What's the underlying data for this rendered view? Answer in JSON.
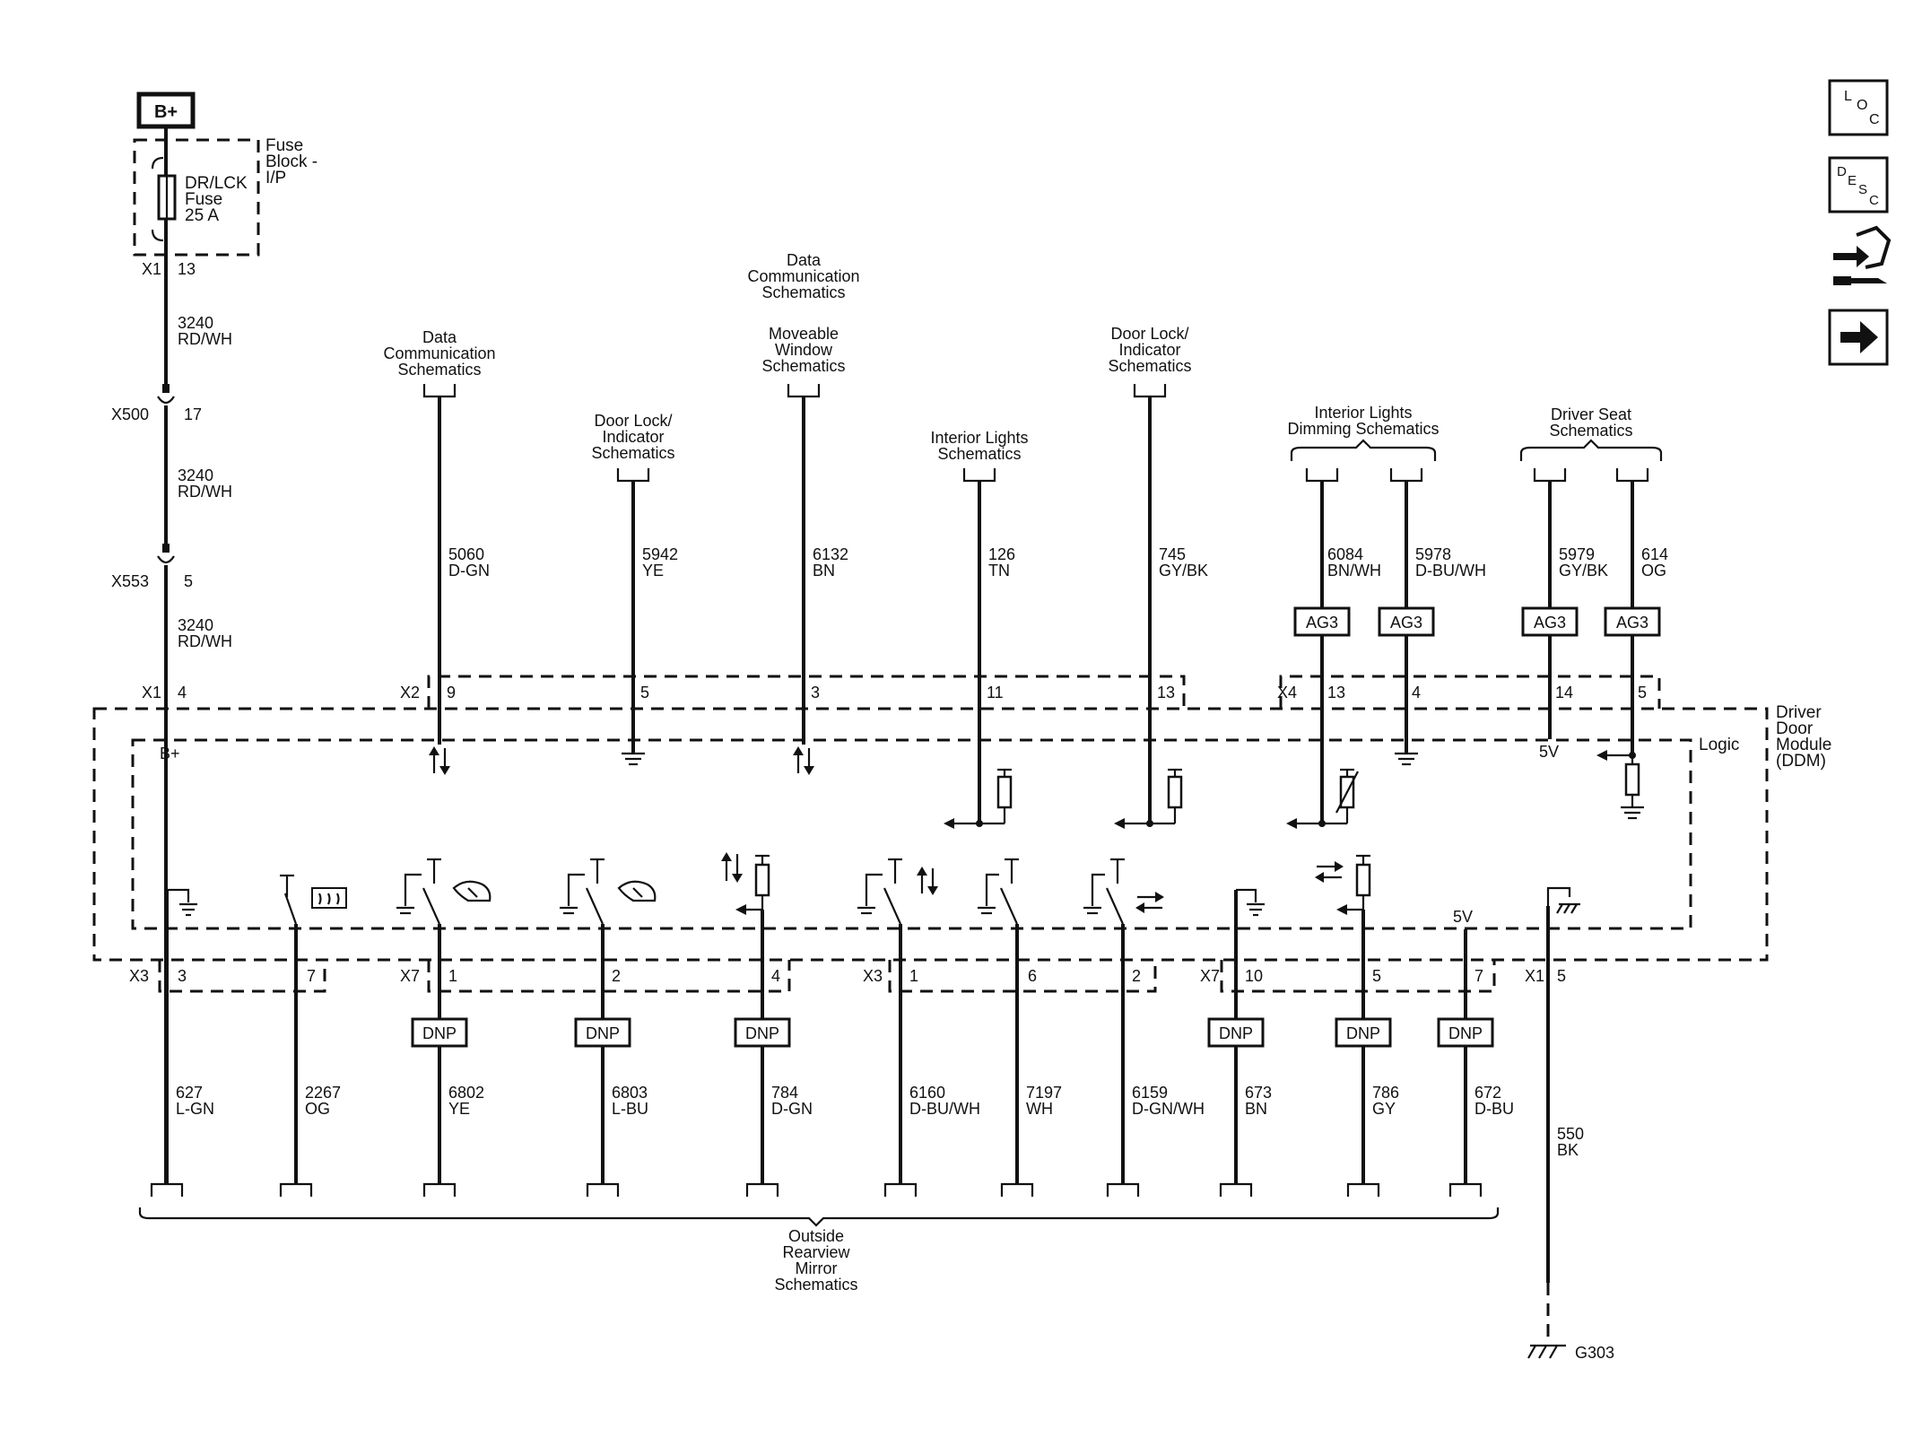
{
  "power": {
    "label": "B+",
    "pin_label": "B+"
  },
  "fuse_block": {
    "name": [
      "Fuse",
      "Block -",
      "I/P"
    ],
    "fuse": [
      "DR/LCK",
      "Fuse",
      "25 A"
    ],
    "connector": "X1",
    "pin": "13"
  },
  "feed": {
    "segments": [
      {
        "circuit": "3240",
        "color": "RD/WH"
      },
      {
        "circuit": "3240",
        "color": "RD/WH"
      },
      {
        "circuit": "3240",
        "color": "RD/WH"
      }
    ],
    "inline": [
      {
        "connector": "X500",
        "pin": "17"
      },
      {
        "connector": "X553",
        "pin": "5"
      }
    ],
    "module_connector": "X1",
    "module_pin": "4"
  },
  "top_refs": [
    {
      "lines": [
        "Data",
        "Communication",
        "Schematics"
      ]
    },
    {
      "lines": [
        "Door Lock/",
        "Indicator",
        "Schematics"
      ]
    },
    {
      "lines": [
        "Moveable",
        "Window",
        "Schematics"
      ]
    },
    {
      "lines": [
        "Interior Lights",
        "Schematics"
      ]
    },
    {
      "lines": [
        "Door Lock/",
        "Indicator",
        "Schematics"
      ]
    }
  ],
  "top_ref_extra": [
    "Data",
    "Communication",
    "Schematics"
  ],
  "group_refs": [
    {
      "lines": [
        "Interior Lights",
        "Dimming Schematics"
      ]
    },
    {
      "lines": [
        "Driver Seat",
        "Schematics"
      ]
    }
  ],
  "top_wires": [
    {
      "circuit": "5060",
      "color": "D-GN",
      "pin": "9"
    },
    {
      "circuit": "5942",
      "color": "YE",
      "pin": "5"
    },
    {
      "circuit": "6132",
      "color": "BN",
      "pin": "3"
    },
    {
      "circuit": "126",
      "color": "TN",
      "pin": "11"
    },
    {
      "circuit": "745",
      "color": "GY/BK",
      "pin": "13"
    },
    {
      "circuit": "6084",
      "color": "BN/WH",
      "pin": "13",
      "tag": "AG3"
    },
    {
      "circuit": "5978",
      "color": "D-BU/WH",
      "pin": "4",
      "tag": "AG3"
    },
    {
      "circuit": "5979",
      "color": "GY/BK",
      "pin": "14",
      "tag": "AG3"
    },
    {
      "circuit": "614",
      "color": "OG",
      "pin": "5",
      "tag": "AG3"
    }
  ],
  "top_connectors": [
    "X2",
    "X4"
  ],
  "module": {
    "name": [
      "Driver",
      "Door",
      "Module",
      "(DDM)"
    ],
    "logic": "Logic",
    "v5": "5V"
  },
  "bottom_wires": [
    {
      "circuit": "627",
      "color": "L-GN",
      "pin": "3"
    },
    {
      "circuit": "2267",
      "color": "OG",
      "pin": "7"
    },
    {
      "circuit": "6802",
      "color": "YE",
      "pin": "1",
      "tag": "DNP"
    },
    {
      "circuit": "6803",
      "color": "L-BU",
      "pin": "2",
      "tag": "DNP"
    },
    {
      "circuit": "784",
      "color": "D-GN",
      "pin": "4",
      "tag": "DNP"
    },
    {
      "circuit": "6160",
      "color": "D-BU/WH",
      "pin": "1"
    },
    {
      "circuit": "7197",
      "color": "WH",
      "pin": "6"
    },
    {
      "circuit": "6159",
      "color": "D-GN/WH",
      "pin": "2"
    },
    {
      "circuit": "673",
      "color": "BN",
      "pin": "10",
      "tag": "DNP"
    },
    {
      "circuit": "786",
      "color": "GY",
      "pin": "5",
      "tag": "DNP"
    },
    {
      "circuit": "672",
      "color": "D-BU",
      "pin": "7",
      "tag": "DNP"
    }
  ],
  "bottom_connectors": [
    "X3",
    "X7",
    "X3",
    "X7",
    "X1"
  ],
  "ground": {
    "circuit": "550",
    "color": "BK",
    "pin": "5",
    "label": "G303"
  },
  "bottom_ref": [
    "Outside",
    "Rearview",
    "Mirror",
    "Schematics"
  ],
  "nav": [
    {
      "name": "location",
      "letters": [
        "L",
        "O",
        "C"
      ]
    },
    {
      "name": "description",
      "letters": [
        "D",
        "E",
        "S",
        "C"
      ]
    },
    {
      "name": "connector-icon"
    },
    {
      "name": "next-arrow-icon"
    }
  ]
}
